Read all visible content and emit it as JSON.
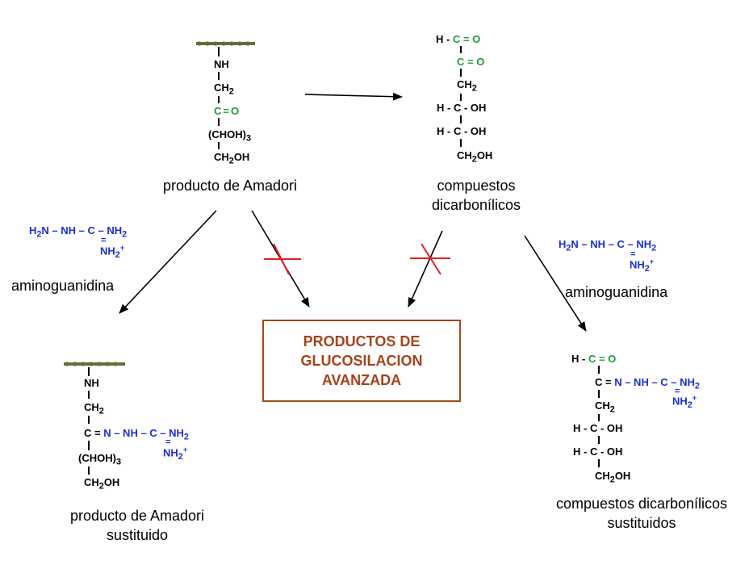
{
  "amadori": {
    "groups": [
      "NH",
      "CH",
      "2",
      "C",
      "=",
      "O",
      "(CHOH)",
      "3",
      "CH",
      "2",
      "OH"
    ],
    "label": "producto de Amadori"
  },
  "dicarbonyl": {
    "label": [
      "compuestos",
      "dicarbonílicos"
    ]
  },
  "aminoguanidina": {
    "label": "aminoguanidina",
    "formula_main": "H",
    "formula_sub": "2",
    "formula_rest": "N – NH – C – NH",
    "formula_end": "2",
    "formula_bottom": "NH",
    "formula_bottom_sub": "2",
    "formula_bottom_sup": "+"
  },
  "box": {
    "lines": [
      "PRODUCTOS  DE",
      "GLUCOSILACION",
      "AVANZADA"
    ],
    "border_color": "#a04a1c",
    "text_color": "#a6431a"
  },
  "amadori_sustituido": {
    "label": [
      "producto de Amadori",
      "sustituido"
    ]
  },
  "dicarbonyl_sustituido": {
    "label": [
      "compuestos dicarbonílicos",
      "sustituidos"
    ]
  },
  "colors": {
    "green": "#1f9a3a",
    "blue": "#1a2fd6",
    "red_cross": "#e02020",
    "protein": "#6b6a3a"
  }
}
